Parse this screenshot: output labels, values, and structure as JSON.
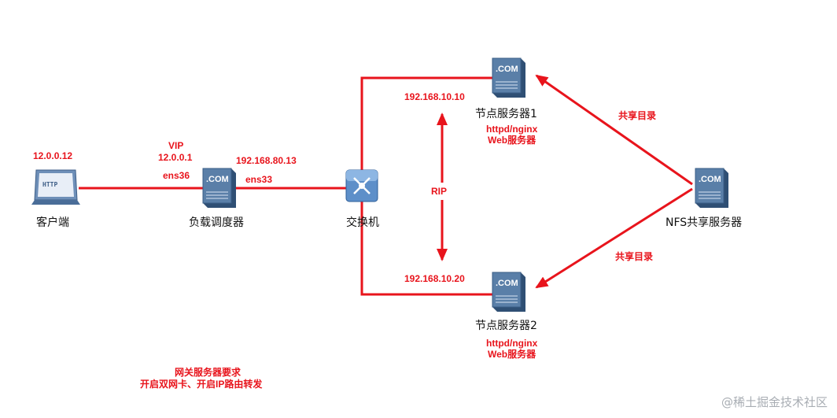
{
  "nodes": {
    "client": {
      "label": "客户端",
      "screen_text": "HTTP",
      "ip": "12.0.0.12"
    },
    "lb": {
      "label": "负载调度器",
      "vip_label": "VIP",
      "vip": "12.0.0.1",
      "if_left": "ens36",
      "ip_right": "192.168.80.13",
      "if_right": "ens33"
    },
    "switch": {
      "label": "交换机"
    },
    "node1": {
      "label": "节点服务器1",
      "ip": "192.168.10.10",
      "role_line1": "httpd/nginx",
      "role_line2": "Web服务器"
    },
    "node2": {
      "label": "节点服务器2",
      "ip": "192.168.10.20",
      "role_line1": "httpd/nginx",
      "role_line2": "Web服务器"
    },
    "nfs": {
      "label": "NFS共享服务器"
    }
  },
  "server_badge": ".COM",
  "edges": {
    "rip": "RIP",
    "share_top": "共享目录",
    "share_bottom": "共享目录"
  },
  "note": {
    "line1": "网关服务器要求",
    "line2": "开启双网卡、开启IP路由转发"
  },
  "watermark": "@稀土掘金技术社区",
  "colors": {
    "link": "#e8141c",
    "label": "#e8141c",
    "server_body": "#5a7fa8",
    "server_dark": "#2f4f74"
  }
}
